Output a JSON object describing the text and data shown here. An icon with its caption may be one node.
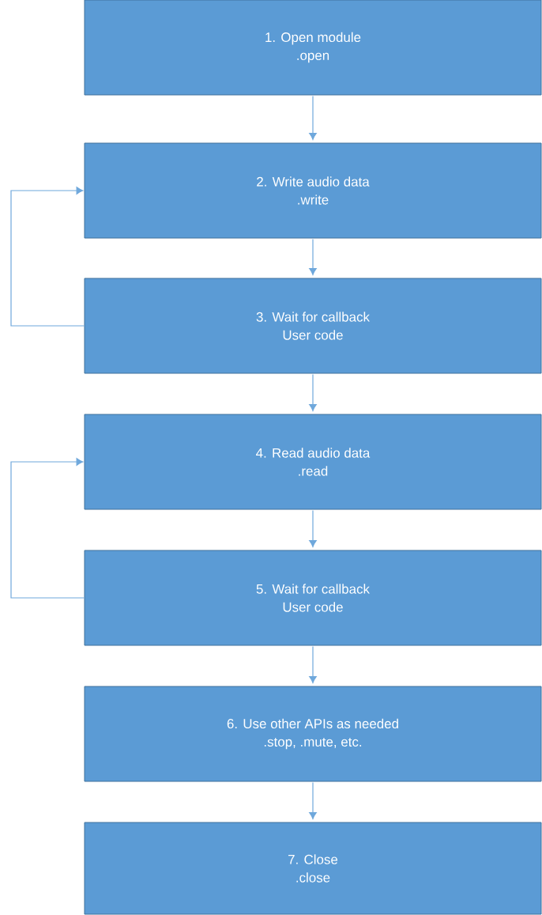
{
  "diagram": {
    "nodes": [
      {
        "text": [
          "1. Open module",
          ".open"
        ]
      },
      {
        "text": [
          "2. Write audio data",
          ".write"
        ]
      },
      {
        "text": [
          "3. Wait for callback",
          "User code"
        ]
      },
      {
        "text": [
          "4. Read audio data",
          ".read"
        ]
      },
      {
        "text": [
          "5. Wait for callback",
          "User code"
        ]
      },
      {
        "text": [
          "6. Use other APIs as needed",
          ".stop, .mute, etc."
        ]
      },
      {
        "text": [
          "7. Close",
          ".close"
        ]
      }
    ],
    "edges": [
      {
        "from": 0,
        "to": 1,
        "arrow": "to"
      },
      {
        "from": 1,
        "to": 2,
        "arrow": "to"
      },
      {
        "from": 2,
        "to": 1,
        "arrow": "to"
      },
      {
        "from": 2,
        "to": 3,
        "arrow": "to"
      },
      {
        "from": 3,
        "to": 4,
        "arrow": "to"
      },
      {
        "from": 4,
        "to": 3,
        "arrow": "to"
      },
      {
        "from": 4,
        "to": 5,
        "arrow": "to"
      },
      {
        "from": 5,
        "to": 6,
        "arrow": "to"
      }
    ]
  }
}
